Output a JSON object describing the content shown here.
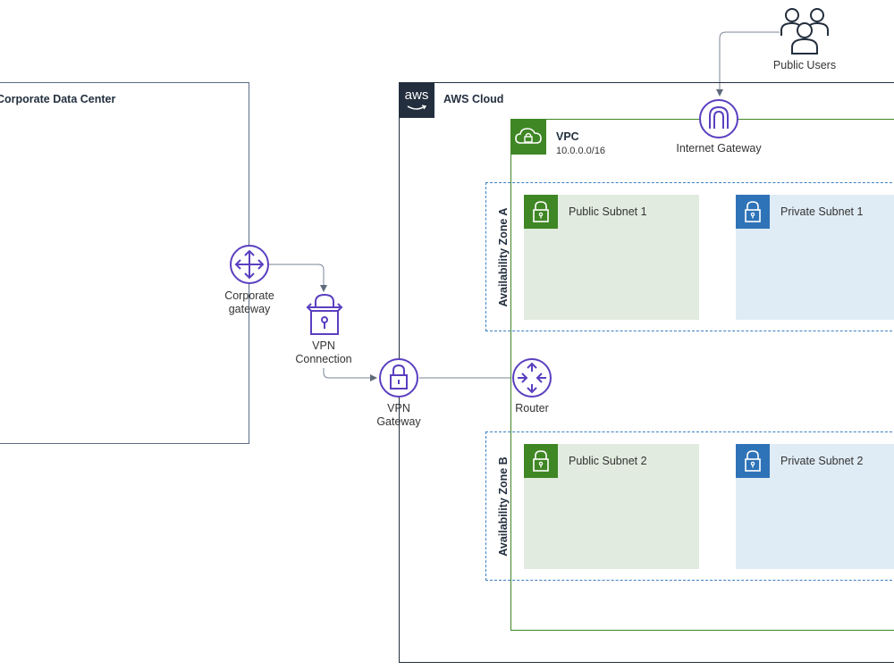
{
  "corporate_data_center": {
    "title": "Corporate Data Center"
  },
  "corporate_gateway": {
    "label_line1": "Corporate",
    "label_line2": "gateway"
  },
  "vpn_connection": {
    "label_line1": "VPN",
    "label_line2": "Connection"
  },
  "vpn_gateway": {
    "label_line1": "VPN",
    "label_line2": "Gateway"
  },
  "aws_cloud": {
    "logo_text": "aws",
    "title": "AWS Cloud"
  },
  "vpc": {
    "title": "VPC",
    "cidr": "10.0.0.0/16"
  },
  "internet_gateway": {
    "label": "Internet Gateway"
  },
  "public_users": {
    "label": "Public Users"
  },
  "router": {
    "label": "Router"
  },
  "availability_zones": [
    {
      "label": "Availability Zone A",
      "public_subnet": "Public Subnet 1",
      "private_subnet": "Private Subnet 1"
    },
    {
      "label": "Availability Zone B",
      "public_subnet": "Public Subnet 2",
      "private_subnet": "Private Subnet 2"
    }
  ],
  "colors": {
    "aws_dark": "#232f3e",
    "vpc_green": "#3f8624",
    "public_subnet_fill": "#e1ebdf",
    "private_subnet_blue": "#2e73b8",
    "private_subnet_fill": "#e0ecf5",
    "az_dashed": "#3b7fc4",
    "network_icon_purple": "#5a3fc0",
    "corporate_border": "#5a6b86"
  },
  "icons": {
    "corporate_gateway": "router-icon",
    "vpn_connection": "vpn-lock-icon",
    "vpn_gateway": "lock-circle-icon",
    "internet_gateway": "arch-gateway-icon",
    "router": "router-icon",
    "public_users": "users-group-icon",
    "vpc": "cloud-lock-icon",
    "subnet": "padlock-icon"
  }
}
